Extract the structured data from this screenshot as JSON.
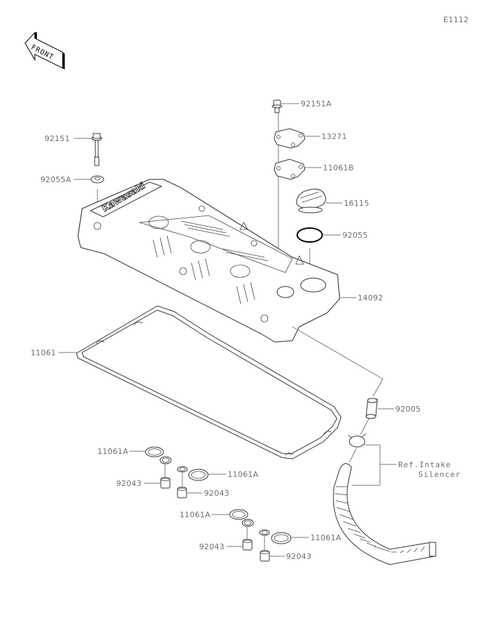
{
  "diagram_id": "E1112",
  "front_indicator": "FRONT",
  "brand_on_cover": "Kawasaki",
  "callouts": [
    {
      "id": "92151A",
      "part": "bolt"
    },
    {
      "id": "13271",
      "part": "plate"
    },
    {
      "id": "11061B",
      "part": "gasket"
    },
    {
      "id": "16115",
      "part": "oil-filler-cap"
    },
    {
      "id": "92055",
      "part": "o-ring"
    },
    {
      "id": "14092",
      "part": "cylinder-head-cover"
    },
    {
      "id": "92151",
      "part": "bolt"
    },
    {
      "id": "92055A",
      "part": "grommet"
    },
    {
      "id": "11061",
      "part": "head-cover-gasket"
    },
    {
      "id": "92005",
      "part": "fitting"
    },
    {
      "id": "11061A",
      "part": "gasket"
    },
    {
      "id": "92043",
      "part": "pin"
    }
  ],
  "labels": {
    "l92151A": "92151A",
    "l13271": "13271",
    "l11061B": "11061B",
    "l16115": "16115",
    "l92055": "92055",
    "l14092": "14092",
    "l92151": "92151",
    "l92055A": "92055A",
    "l11061": "11061",
    "l92005": "92005",
    "l11061A_1": "11061A",
    "l11061A_2": "11061A",
    "l11061A_3": "11061A",
    "l11061A_4": "11061A",
    "l92043_1": "92043",
    "l92043_2": "92043",
    "l92043_3": "92043",
    "l92043_4": "92043",
    "ref_line1": "Ref.Intake",
    "ref_line2": "Silencer"
  }
}
